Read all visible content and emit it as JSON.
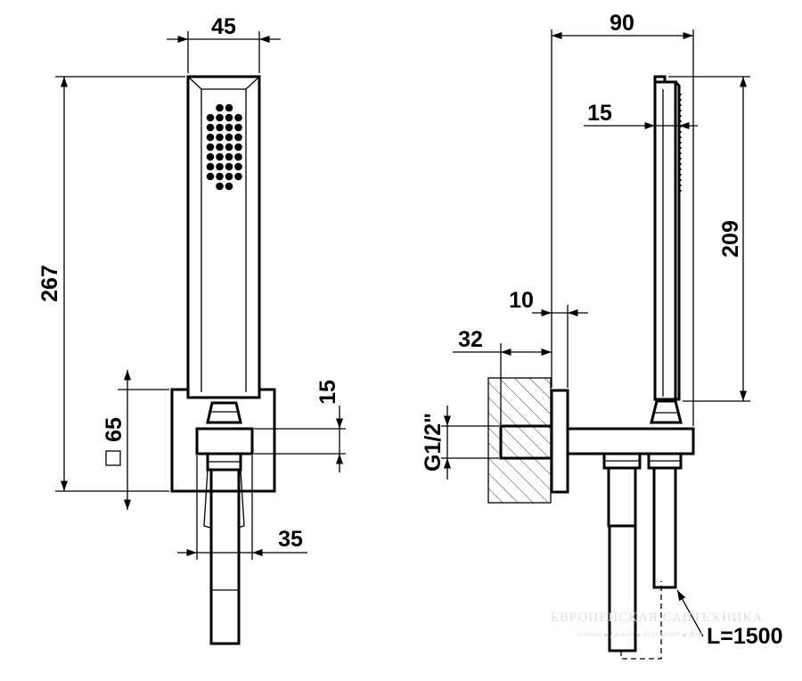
{
  "dimensions": {
    "width_45": "45",
    "height_267": "267",
    "square_65": "65",
    "offset_15_left": "15",
    "width_35": "35",
    "depth_90": "90",
    "width_15_right": "15",
    "height_209": "209",
    "depth_10": "10",
    "depth_32": "32",
    "thread": "G1/2\"",
    "hose_length": "L=1500"
  },
  "watermark": {
    "line1": "ЕВРОПЕЙСКАЯ САНТЕХНИКА",
    "line2": "КАМЕНЬ ◆ ДИЗАЙН ◆ ОТОПЛЕНИЕ ◆ ДОМ"
  },
  "colors": {
    "line": "#000000",
    "background": "#ffffff",
    "watermark": "#dcdcdc"
  }
}
